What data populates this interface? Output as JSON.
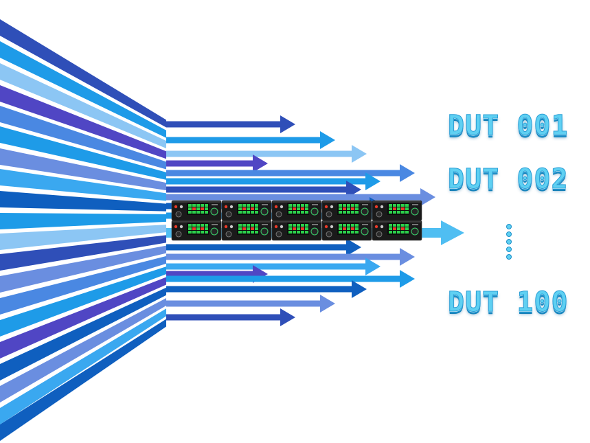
{
  "labels": {
    "dut_1": "DUT 001",
    "dut_2": "DUT 002",
    "dut_3": "DUT 100"
  },
  "colors": {
    "stream_palette": [
      "#2f4fb8",
      "#1e9be8",
      "#8cc6f4",
      "#5046c4",
      "#4a88e2",
      "#6a8ee0",
      "#0f5fbf",
      "#3aa8f0"
    ],
    "label_fill": "#5fd0f2",
    "label_shadow": "#1c8fc9",
    "instrument_body": "#1a1a1a",
    "display_green": "#2ccf4b",
    "display_red": "#e83a2a"
  },
  "icons": {
    "instrument": "power-supply-unit-icon",
    "ellipsis": "vertical-ellipsis-icon"
  }
}
